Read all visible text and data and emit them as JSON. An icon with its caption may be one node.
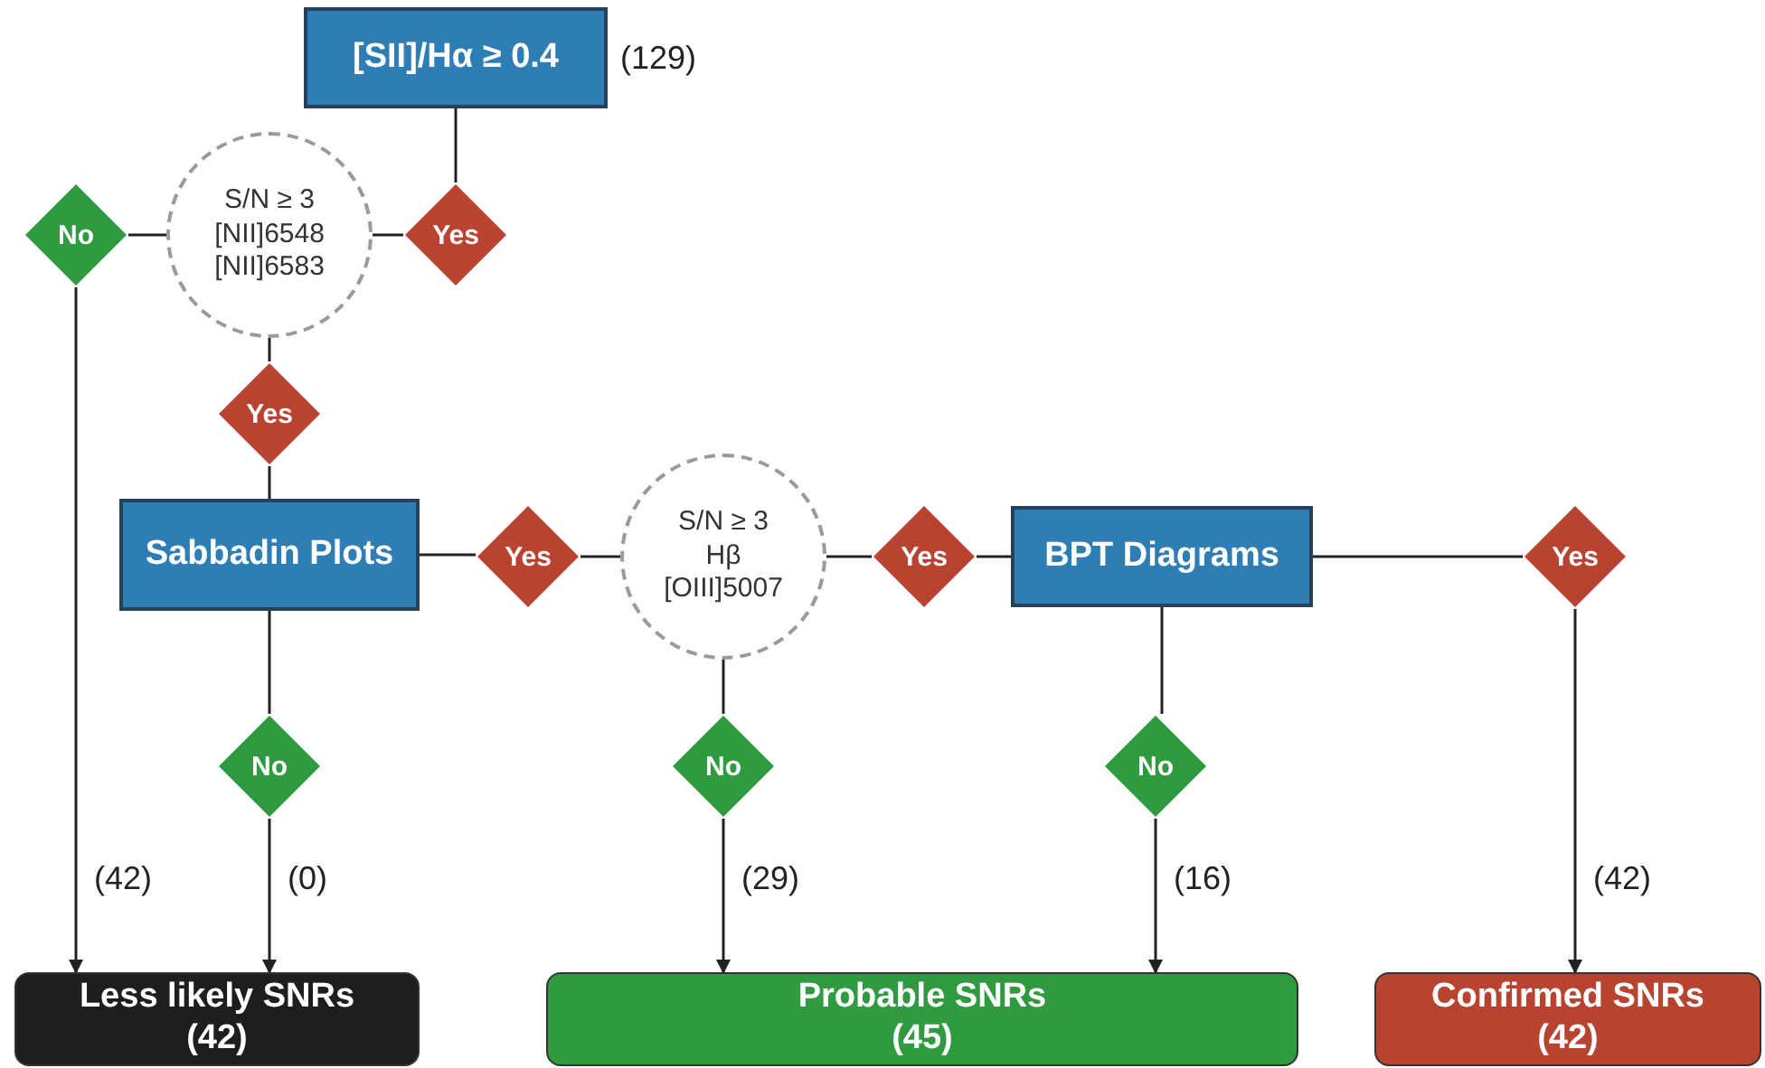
{
  "diagram": {
    "nodes": [
      {
        "text": [
          "[SII]/Hα ≥ 0.4"
        ],
        "beside": [
          "(129)"
        ]
      },
      {
        "text": [
          "Yes"
        ]
      },
      {
        "text": [
          "S/N ≥ 3",
          "[NII]6548",
          "[NII]6583"
        ]
      },
      {
        "text": [
          "No"
        ]
      },
      {
        "text": [
          "Yes"
        ]
      },
      {
        "text": [
          "Sabbadin Plots"
        ]
      },
      {
        "text": [
          "Yes"
        ]
      },
      {
        "text": [
          "S/N ≥ 3",
          "Hβ",
          "[OIII]5007"
        ]
      },
      {
        "text": [
          "Yes"
        ]
      },
      {
        "text": [
          "BPT Diagrams"
        ]
      },
      {
        "text": [
          "Yes"
        ]
      },
      {
        "text": [
          "No"
        ]
      },
      {
        "text": [
          "No"
        ]
      },
      {
        "text": [
          "No"
        ]
      },
      {
        "text": [
          "Less likely SNRs",
          "(42)"
        ]
      },
      {
        "text": [
          "Probable SNRs",
          "(45)"
        ]
      },
      {
        "text": [
          "Confirmed SNRs",
          "(42)"
        ]
      }
    ],
    "edges": [
      {
        "from": 0,
        "to": 1,
        "arrow": "none"
      },
      {
        "from": 1,
        "to": 2,
        "arrow": "none"
      },
      {
        "from": 2,
        "to": 3,
        "arrow": "none"
      },
      {
        "from": 2,
        "to": 4,
        "arrow": "none"
      },
      {
        "from": 4,
        "to": 5,
        "arrow": "none"
      },
      {
        "from": 3,
        "to": 14,
        "arrow": "to",
        "label": "(42)"
      },
      {
        "from": 5,
        "to": 6,
        "arrow": "none"
      },
      {
        "from": 6,
        "to": 7,
        "arrow": "none"
      },
      {
        "from": 7,
        "to": 8,
        "arrow": "none"
      },
      {
        "from": 8,
        "to": 9,
        "arrow": "none"
      },
      {
        "from": 9,
        "to": 10,
        "arrow": "none"
      },
      {
        "from": 5,
        "to": 11,
        "arrow": "none"
      },
      {
        "from": 11,
        "to": 14,
        "arrow": "to",
        "label": "(0)"
      },
      {
        "from": 7,
        "to": 12,
        "arrow": "none"
      },
      {
        "from": 12,
        "to": 15,
        "arrow": "to",
        "label": "(29)"
      },
      {
        "from": 9,
        "to": 13,
        "arrow": "none"
      },
      {
        "from": 13,
        "to": 15,
        "arrow": "to",
        "label": "(16)"
      },
      {
        "from": 10,
        "to": 16,
        "arrow": "to",
        "label": "(42)"
      }
    ]
  }
}
